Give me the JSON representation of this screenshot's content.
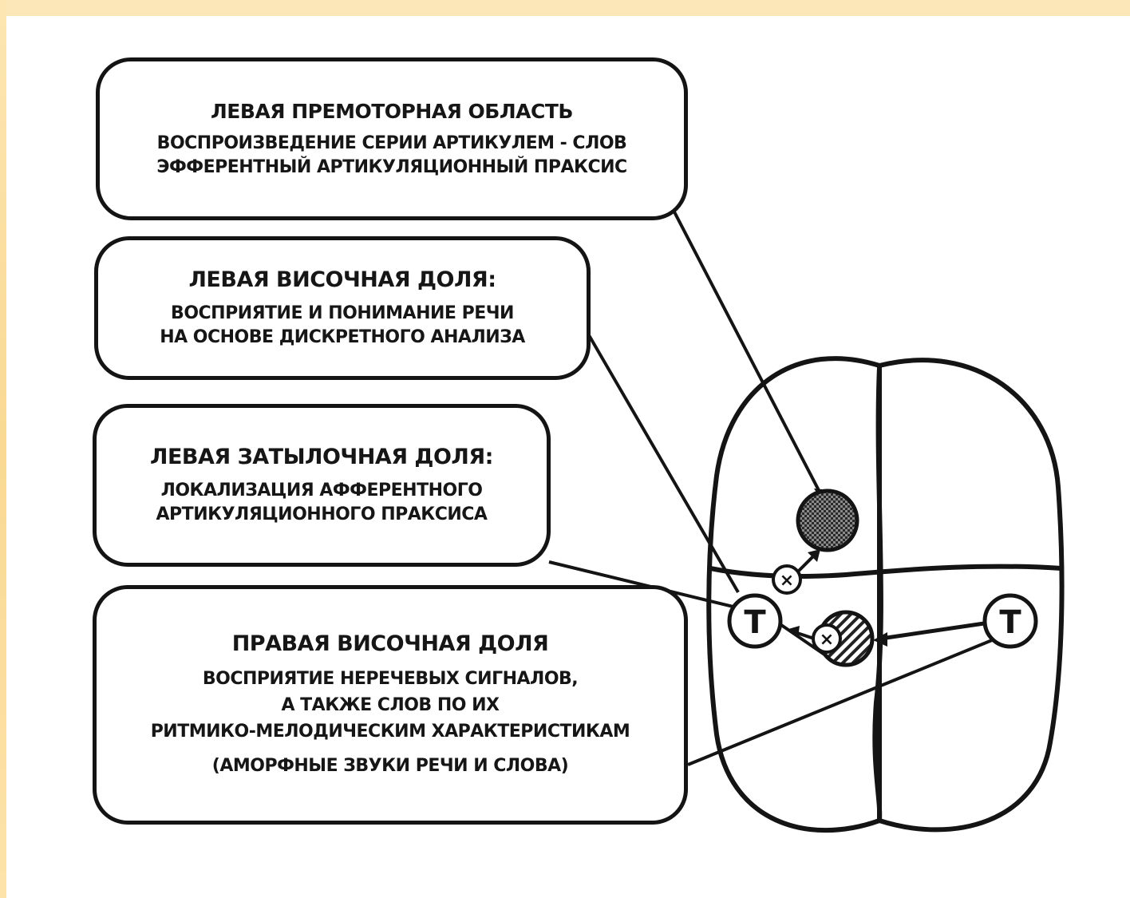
{
  "boxes": {
    "premotor": {
      "title": "ЛЕВАЯ ПРЕМОТОРНАЯ ОБЛАСТЬ",
      "lines": [
        "ВОСПРОИЗВЕДЕНИЕ СЕРИИ АРТИКУЛЕМ - СЛОВ",
        "ЭФФЕРЕНТНЫЙ АРТИКУЛЯЦИОННЫЙ ПРАКСИС"
      ]
    },
    "left_temporal": {
      "title": "ЛЕВАЯ ВИСОЧНАЯ ДОЛЯ:",
      "lines": [
        "ВОСПРИЯТИЕ И ПОНИМАНИЕ РЕЧИ",
        "НА ОСНОВЕ ДИСКРЕТНОГО АНАЛИЗА"
      ]
    },
    "left_occipital": {
      "title": "ЛЕВАЯ ЗАТЫЛОЧНАЯ ДОЛЯ:",
      "lines": [
        "ЛОКАЛИЗАЦИЯ АФФЕРЕНТНОГО",
        "АРТИКУЛЯЦИОННОГО ПРАКСИСА"
      ]
    },
    "right_temporal": {
      "title": "ПРАВАЯ ВИСОЧНАЯ ДОЛЯ",
      "lines": [
        "ВОСПРИЯТИЕ НЕРЕЧЕВЫХ СИГНАЛОВ,",
        "А ТАКЖЕ СЛОВ ПО ИХ",
        "РИТМИКО-МЕЛОДИЧЕСКИМ ХАРАКТЕРИСТИКАМ",
        "(АМОРФНЫЕ ЗВУКИ РЕЧИ И СЛОВА)"
      ]
    }
  },
  "brain": {
    "left_temporal_marker": "T",
    "right_temporal_marker": "T"
  },
  "colors": {
    "ink": "#141414",
    "background_edge": "#fbe7b8",
    "paper": "#ffffff"
  }
}
